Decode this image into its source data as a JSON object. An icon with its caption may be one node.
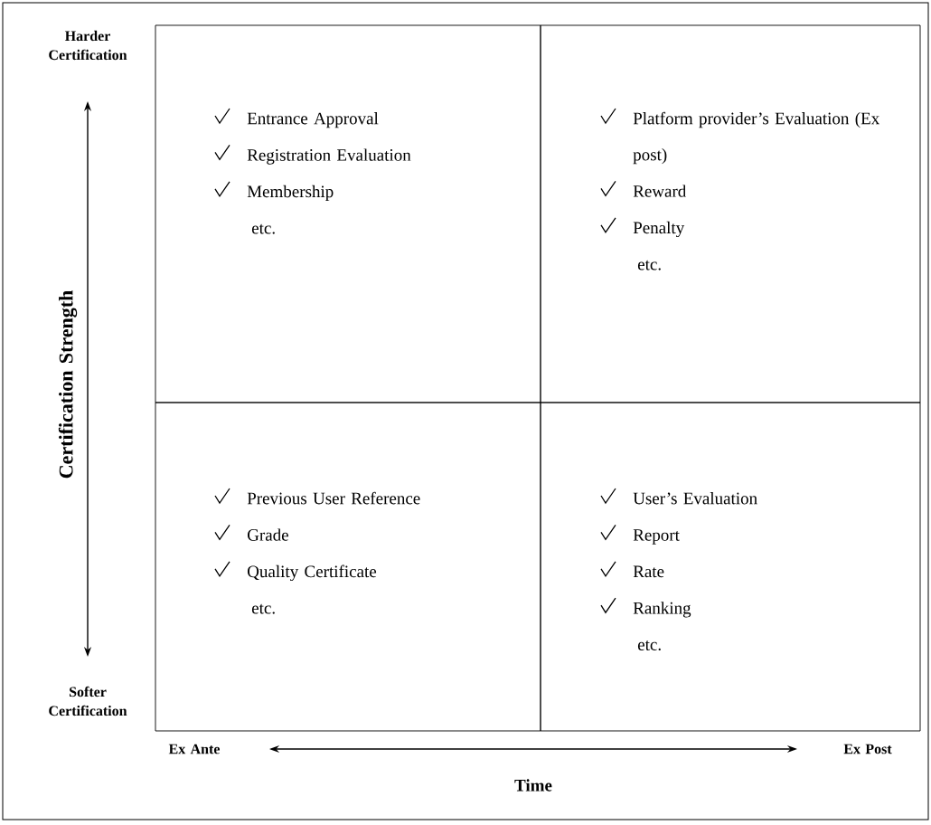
{
  "diagram": {
    "nodes": [
      {
        "text": [
          "Entrance Approval",
          "Registration Evaluation",
          "Membership",
          "etc."
        ]
      },
      {
        "text": [
          "Platform provider’s Evaluation (Ex post)",
          "Reward",
          "Penalty",
          "etc."
        ]
      },
      {
        "text": [
          "Previous User Reference",
          "Grade",
          "Quality Certificate",
          "etc."
        ]
      },
      {
        "text": [
          "User’s Evaluation",
          "Report",
          "Rate",
          "Ranking",
          "etc."
        ]
      }
    ],
    "labels": [
      "Harder Certification",
      "Certification Strength",
      "Softer Certification",
      "Ex Ante",
      "Ex Post",
      "Time"
    ]
  }
}
